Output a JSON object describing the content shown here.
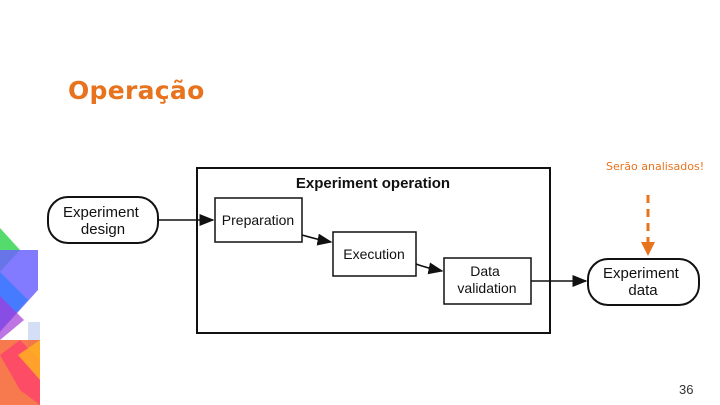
{
  "slide": {
    "title": "Operação",
    "page_number": "36"
  },
  "annotation": {
    "text": "Serão analisados!",
    "color": "#E8731E"
  },
  "diagram": {
    "outer_box_title": "Experiment operation",
    "nodes": {
      "experiment_design": [
        "Experiment",
        "design"
      ],
      "preparation": "Preparation",
      "execution": "Execution",
      "data_validation": [
        "Data",
        "validation"
      ],
      "experiment_data": [
        "Experiment",
        "data"
      ]
    }
  },
  "colors": {
    "accent": "#E8731E",
    "stroke": "#111111"
  }
}
